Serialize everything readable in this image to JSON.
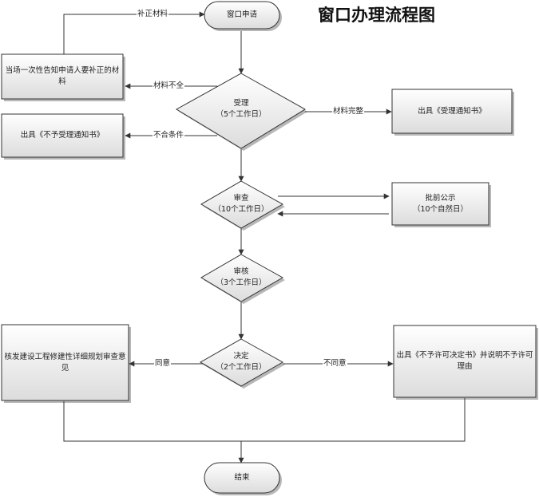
{
  "title": "窗口办理流程图",
  "nodes": {
    "start": {
      "label": "窗口申请"
    },
    "notify_supplement": {
      "label": "当场一次性告知申请人要补正的材料"
    },
    "accept": {
      "title": "受理",
      "subtitle": "（5个工作日）"
    },
    "issue_accept_notice": {
      "label": "出具《受理通知书》"
    },
    "issue_reject_notice": {
      "label": "出具《不予受理通知书》"
    },
    "review": {
      "title": "审查",
      "subtitle": "（10个工作日）"
    },
    "publicity": {
      "title": "批前公示",
      "subtitle": "（10个自然日）"
    },
    "audit": {
      "title": "审核",
      "subtitle": "（3个工作日）"
    },
    "decision": {
      "title": "决定",
      "subtitle": "（2个工作日）"
    },
    "approve_opinion": {
      "label": "核发建设工程修建性详细规划审查意见"
    },
    "deny_decision": {
      "label": "出具《不予许可决定书》并说明不予许可理由"
    },
    "end": {
      "label": "结束"
    }
  },
  "edges": {
    "supplement": "补正材料",
    "incomplete": "材料不全",
    "complete": "材料完整",
    "ineligible": "不合条件",
    "agree": "同意",
    "disagree": "不同意"
  },
  "colors": {
    "stroke": "#333333",
    "box_fill_top": "#ffffff",
    "box_fill_bottom": "#dcdcdc",
    "shadow": "#9a9a9a"
  }
}
